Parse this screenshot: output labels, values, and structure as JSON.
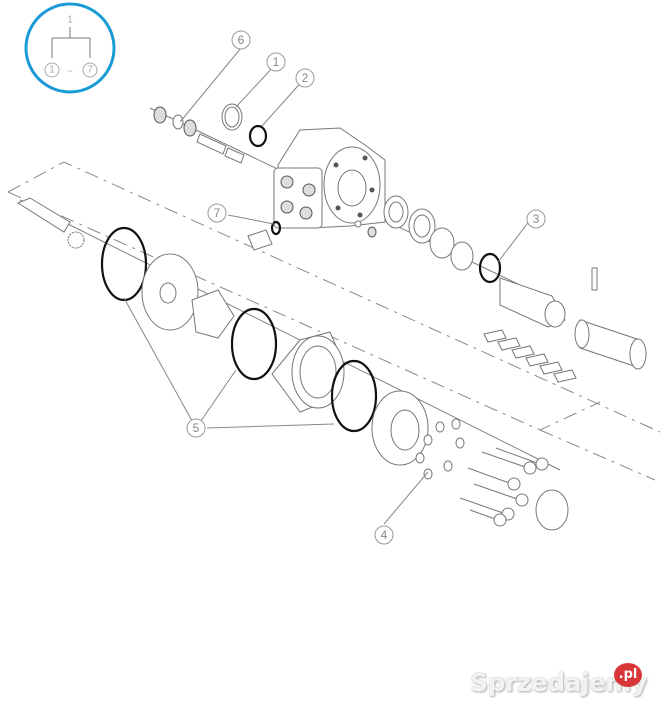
{
  "diagram": {
    "type": "exploded-parts-diagram",
    "subject": "hydraulic orbital motor assembly",
    "legend": {
      "top_label": "1",
      "range_start": "1",
      "range_separator": "~",
      "range_end": "7",
      "ring_color": "#1a9bd7"
    },
    "callouts": [
      {
        "id": "1",
        "label": "1",
        "points_to": "seal ring near housing"
      },
      {
        "id": "2",
        "label": "2",
        "points_to": "housing port o-ring"
      },
      {
        "id": "3",
        "label": "3",
        "points_to": "spool o-ring"
      },
      {
        "id": "4",
        "label": "4",
        "points_to": "end-cover washer"
      },
      {
        "id": "5",
        "label": "5",
        "points_to": "gerotor set o-rings"
      },
      {
        "id": "6",
        "label": "6",
        "points_to": "relief valve seal"
      },
      {
        "id": "7",
        "label": "7",
        "points_to": "check valve o-ring"
      }
    ],
    "colors": {
      "line": "#7a7a7a",
      "oring": "#111111",
      "callout": "#999999"
    }
  },
  "watermark": {
    "text": "Sprzedajemy",
    "badge": ".pl",
    "badge_color": "#d9363a"
  }
}
